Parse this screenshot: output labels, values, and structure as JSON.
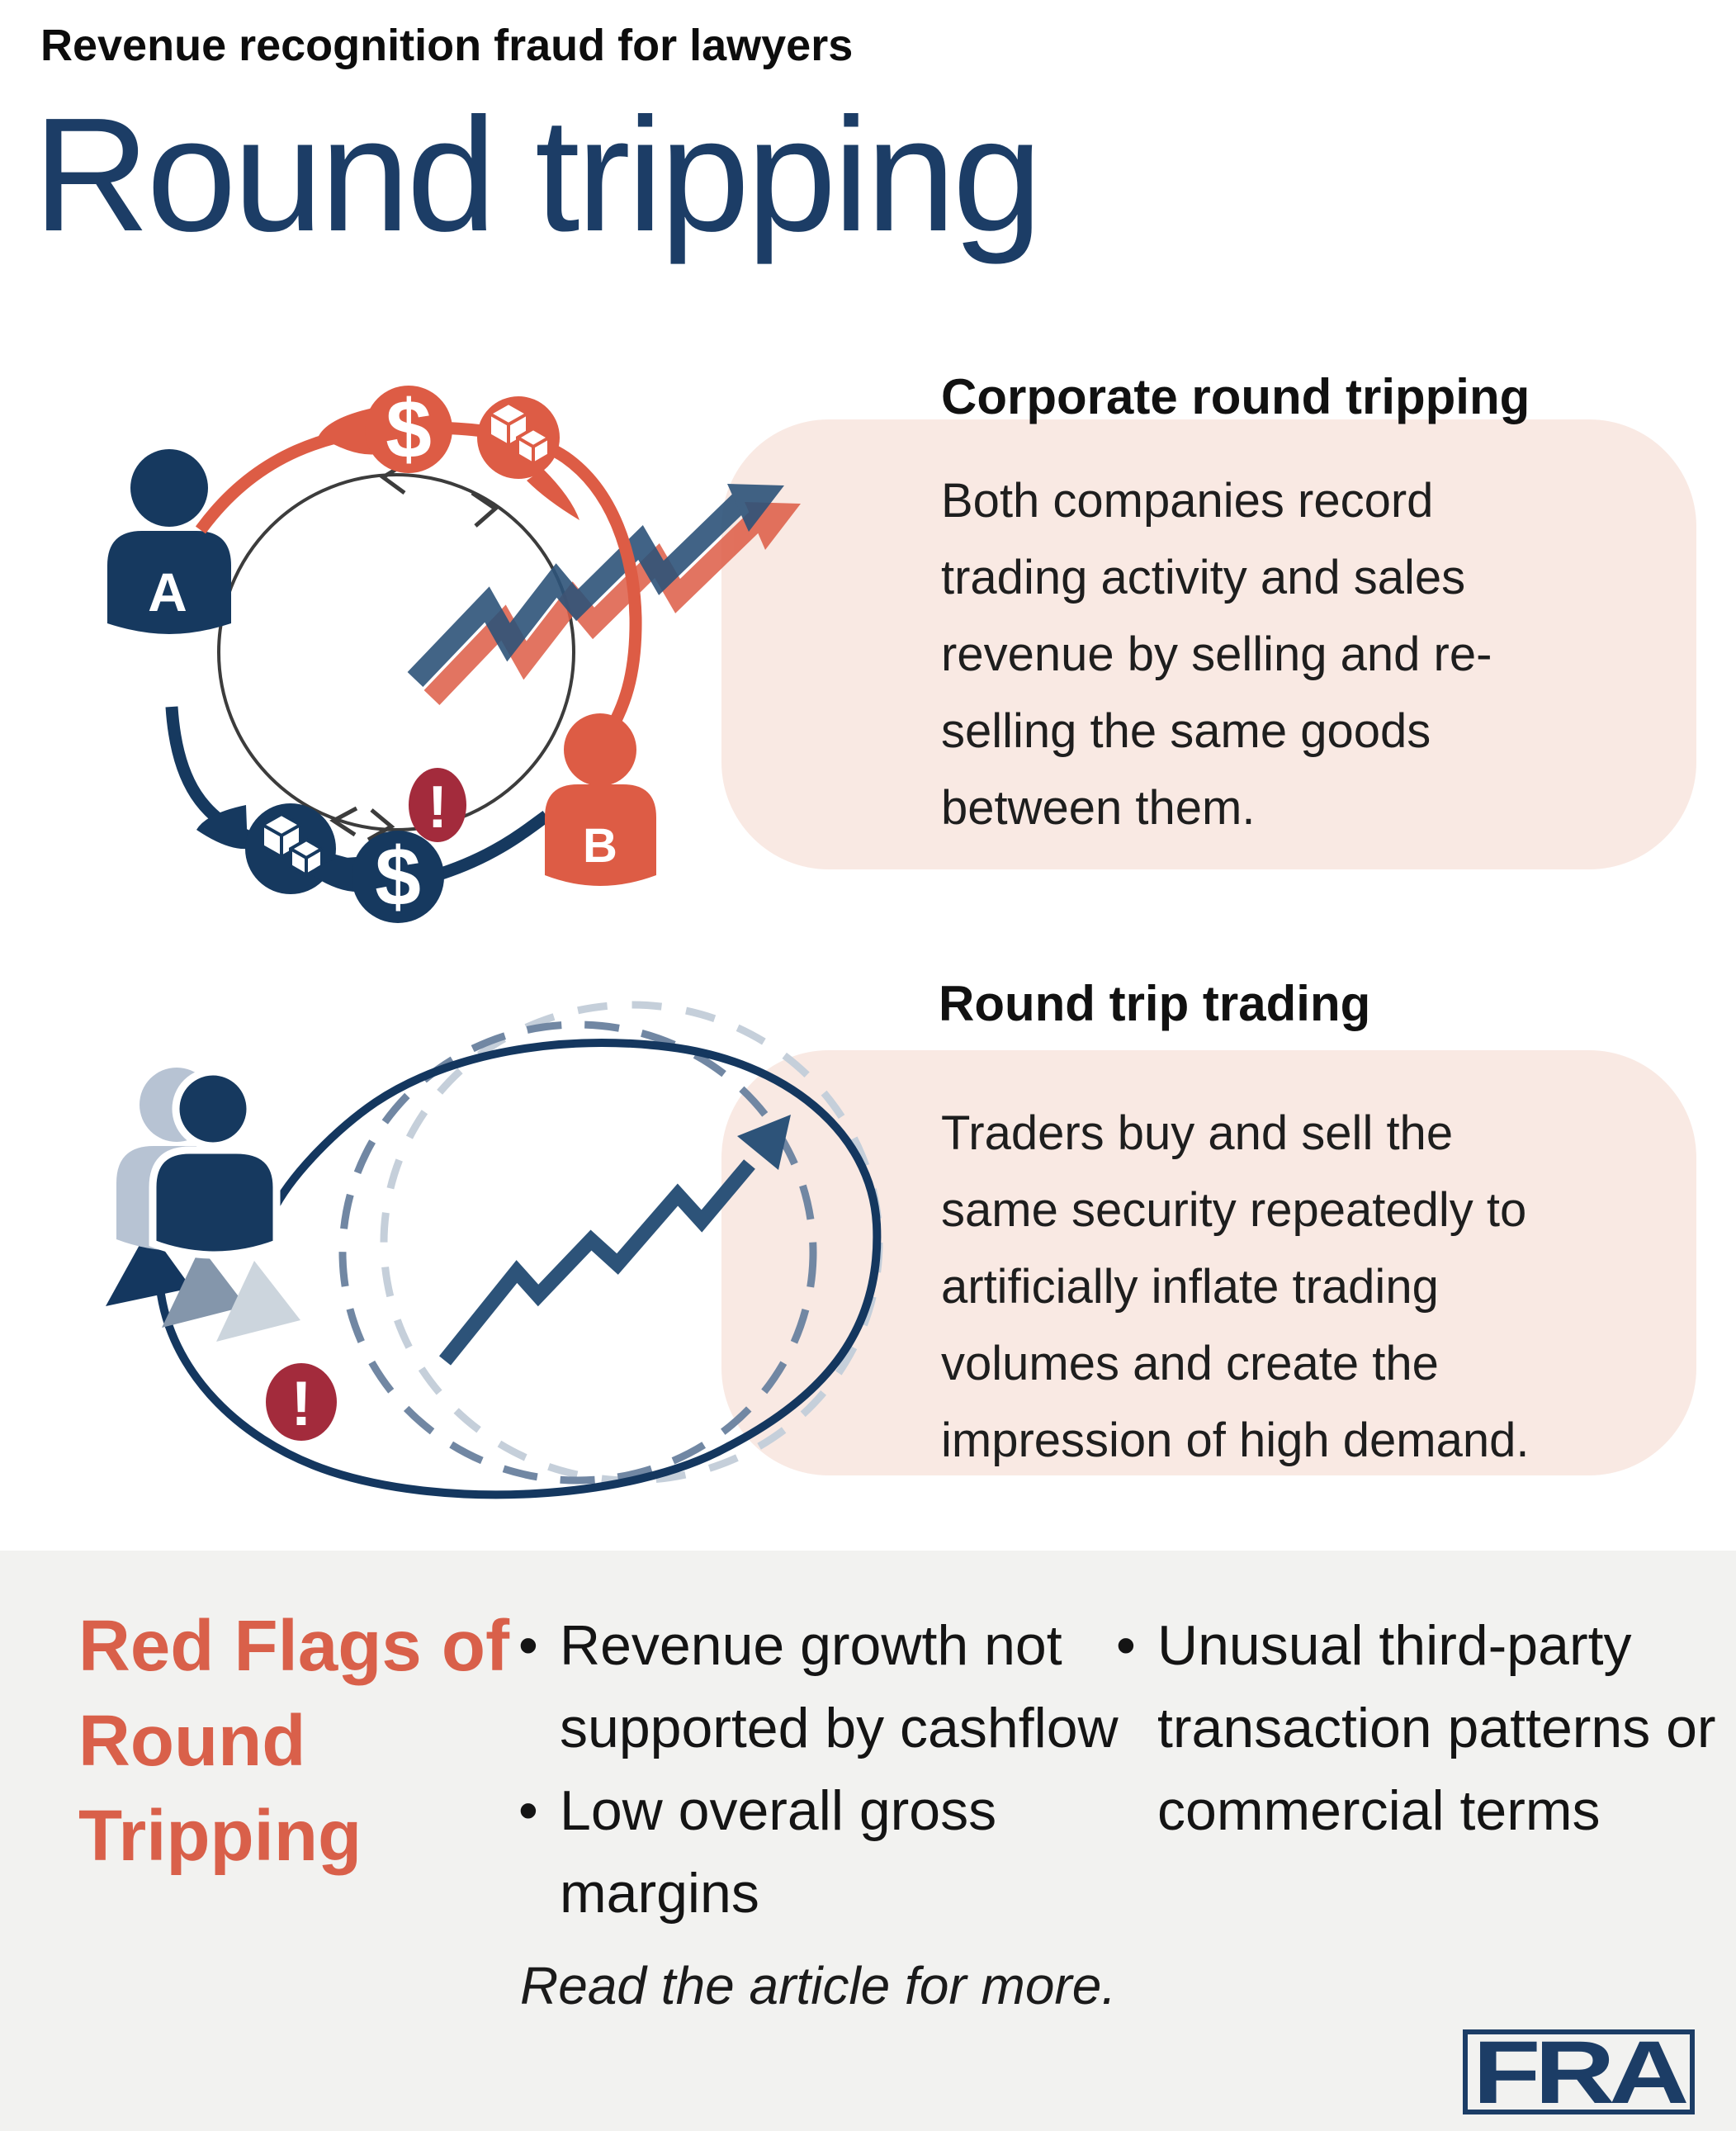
{
  "header": {
    "kicker": "Revenue recognition fraud for lawyers",
    "title": "Round tripping"
  },
  "sections": [
    {
      "heading": "Corporate round tripping",
      "body": "Both companies record\ntrading activity and sales\nrevenue by selling and re-\nselling the same goods\nbetween them.",
      "company_a_label": "A",
      "company_b_label": "B",
      "dollar_symbol": "$",
      "warning_symbol": "!"
    },
    {
      "heading": "Round trip trading",
      "body": "Traders buy and sell the\nsame security repeatedly to\nartificially inflate trading\nvolumes and create the\nimpression of high demand.",
      "warning_symbol": "!"
    }
  ],
  "redflags": {
    "title": "Red Flags of\nRound\nTripping",
    "columns": [
      [
        "Revenue growth not\nsupported by cashflow",
        "Low overall gross\nmargins"
      ],
      [
        "Unusual third-party\ntransaction patterns or\ncommercial terms"
      ]
    ],
    "footnote": "Read the article for more."
  },
  "logo": {
    "text": "FRA"
  },
  "colors": {
    "navy": "#16395f",
    "title_navy": "#1c3d66",
    "orange": "#dd5c45",
    "accent_orange": "#d9604a",
    "warning_red": "#a32b3c",
    "pink_panel": "#f9e9e3",
    "band_gray": "#f2f2f0",
    "shadow_gray": "#b7c3d3",
    "dash_dark": "#7187a3",
    "dash_light": "#c5cfda"
  }
}
